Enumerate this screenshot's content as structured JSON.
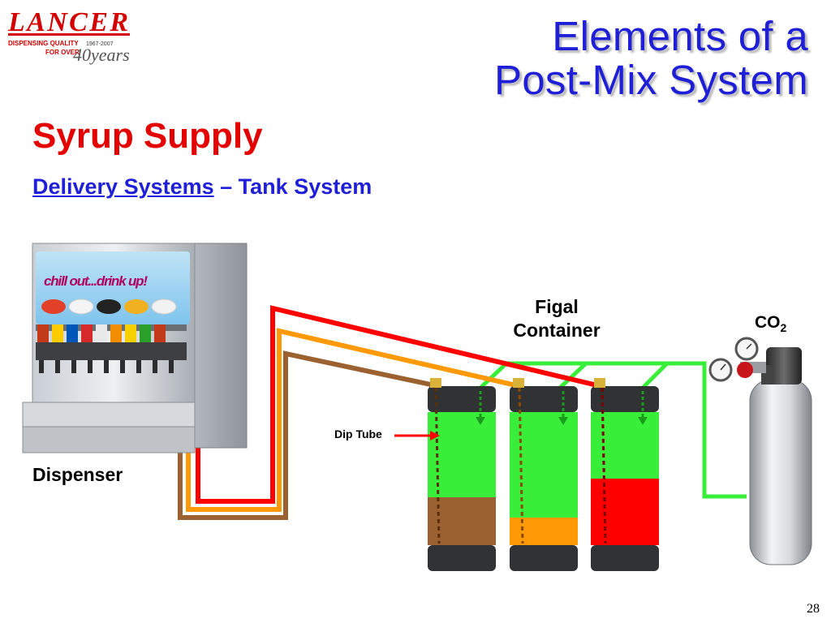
{
  "logo": {
    "brand": "LANCER",
    "tagline_line1": "DISPENSING QUALITY",
    "tagline_line2": "FOR OVER",
    "years_range": "1967-2007",
    "anniversary": "40years"
  },
  "title": {
    "line1": "Elements of a",
    "line2": "Post-Mix System"
  },
  "section_title": "Syrup Supply",
  "subtitle": {
    "link_text": "Delivery Systems",
    "rest_text": " – Tank System"
  },
  "dispenser": {
    "banner_text": "chill out...drink up!",
    "label": "Dispenser"
  },
  "figal_label": {
    "line1": "Figal",
    "line2": "Container"
  },
  "co2_label": {
    "main": "CO",
    "subscript": "2"
  },
  "dip_tube_label": "Dip Tube",
  "tanks": [
    {
      "syrup_color": "#9b6130",
      "syrup_level": 0.36,
      "co2_color": "#38ee38"
    },
    {
      "syrup_color": "#ff9a06",
      "syrup_level": 0.21,
      "co2_color": "#38ee38"
    },
    {
      "syrup_color": "#ff0000",
      "syrup_level": 0.5,
      "co2_color": "#38ee38"
    }
  ],
  "colors": {
    "title": "#1f1fd8",
    "section_title": "#e40000",
    "brown_line": "#9b6130",
    "orange_line": "#ff9a06",
    "red_line": "#ff0000",
    "gas_line": "#38ee38"
  },
  "page_number": "28"
}
